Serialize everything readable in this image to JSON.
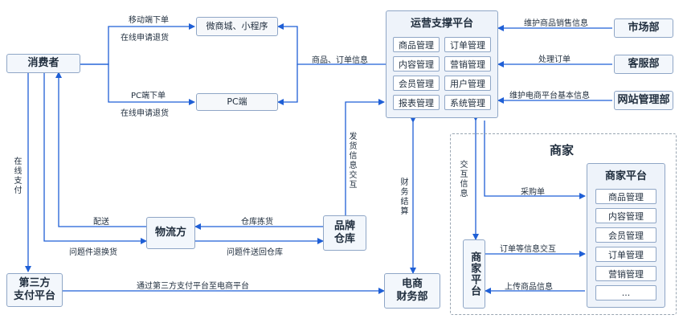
{
  "nodes": {
    "consumer": "消费者",
    "wechat": "微商城、小程序",
    "pc": "PC端",
    "logistics": "物流方",
    "warehouse": "品牌\n仓库",
    "third_pay": "第三方\n支付平台",
    "finance": "电商\n财务部",
    "market": "市场部",
    "service": "客服部",
    "web_admin": "网站管理部",
    "merchant_platform_v": "商家平台"
  },
  "ops_platform": {
    "title": "运营支撑平台",
    "cells": [
      "商品管理",
      "订单管理",
      "内容管理",
      "营销管理",
      "会员管理",
      "用户管理",
      "报表管理",
      "系统管理"
    ]
  },
  "merchant": {
    "group_title": "商家",
    "platform_title": "商家平台",
    "cells": [
      "商品管理",
      "内容管理",
      "会员管理",
      "订单管理",
      "营销管理",
      "..."
    ]
  },
  "edges": {
    "mobile_order": "移动端下单",
    "online_refund_1": "在线申请退货",
    "pc_order": "PC端下单",
    "online_refund_2": "在线申请退货",
    "product_order_info": "商品、订单信息",
    "maintain_sales": "维护商品销售信息",
    "handle_order": "处理订单",
    "maintain_basic": "维护电商平台基本信息",
    "ship_info": "发货信息交互",
    "finance_settle": "财务结算",
    "interact_info": "交互信息",
    "purchase": "采购单",
    "order_interact": "订单等信息交互",
    "upload_product": "上传商品信息",
    "delivery": "配送",
    "problem_exchange": "问题件退换货",
    "warehouse_pick": "仓库拣货",
    "problem_return": "问题件送回仓库",
    "online_pay": "在线支付",
    "via_third_pay": "通过第三方支付平台至电商平台"
  }
}
